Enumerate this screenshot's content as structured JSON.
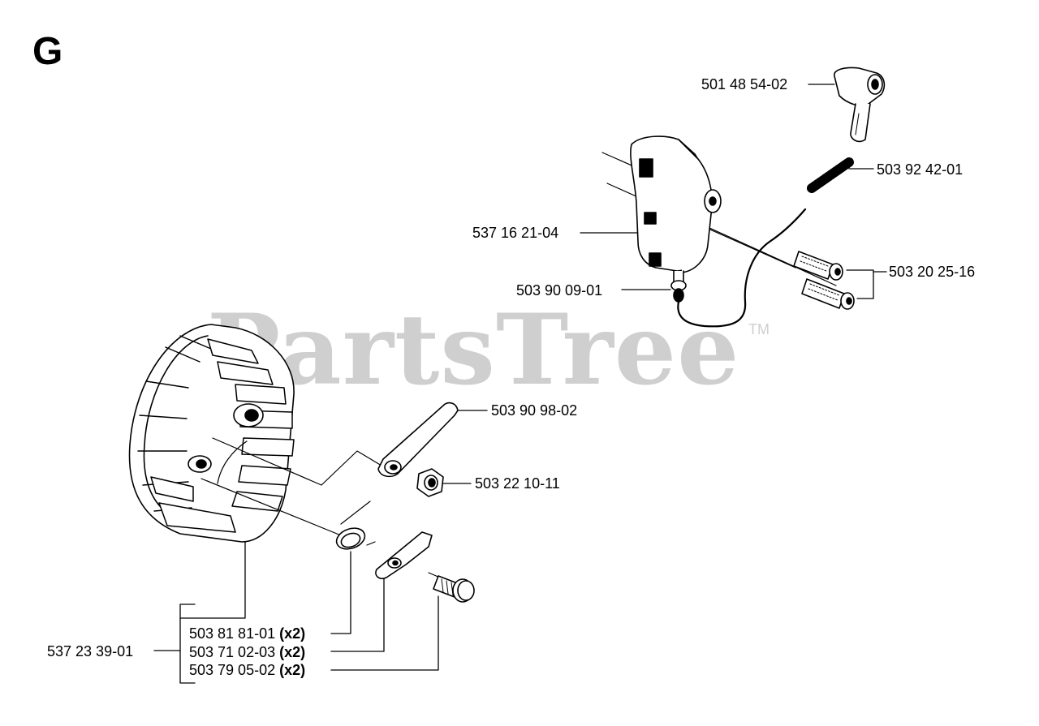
{
  "section_letter": "G",
  "watermark": {
    "text": "PartsTree",
    "mark": "TM",
    "color": "#cfcfcf"
  },
  "parts": {
    "boot": {
      "number": "501 48 54-02"
    },
    "spring": {
      "number": "503 92 42-01"
    },
    "ignition_module": {
      "number": "537 16 21-04"
    },
    "screws": {
      "number": "503 20 25-16"
    },
    "wire_terminal": {
      "number": "503 90 09-01"
    },
    "stop_arm": {
      "number": "503 90 98-02"
    },
    "nut": {
      "number": "503 22 10-11"
    },
    "flywheel_assembly": {
      "number": "537 23 39-01"
    },
    "pawl_spring": {
      "number": "503 81 81-01",
      "qty": "(x2)"
    },
    "pawl": {
      "number": "503 71 02-03",
      "qty": "(x2)"
    },
    "pawl_pin": {
      "number": "503 79 05-02",
      "qty": "(x2)"
    }
  }
}
